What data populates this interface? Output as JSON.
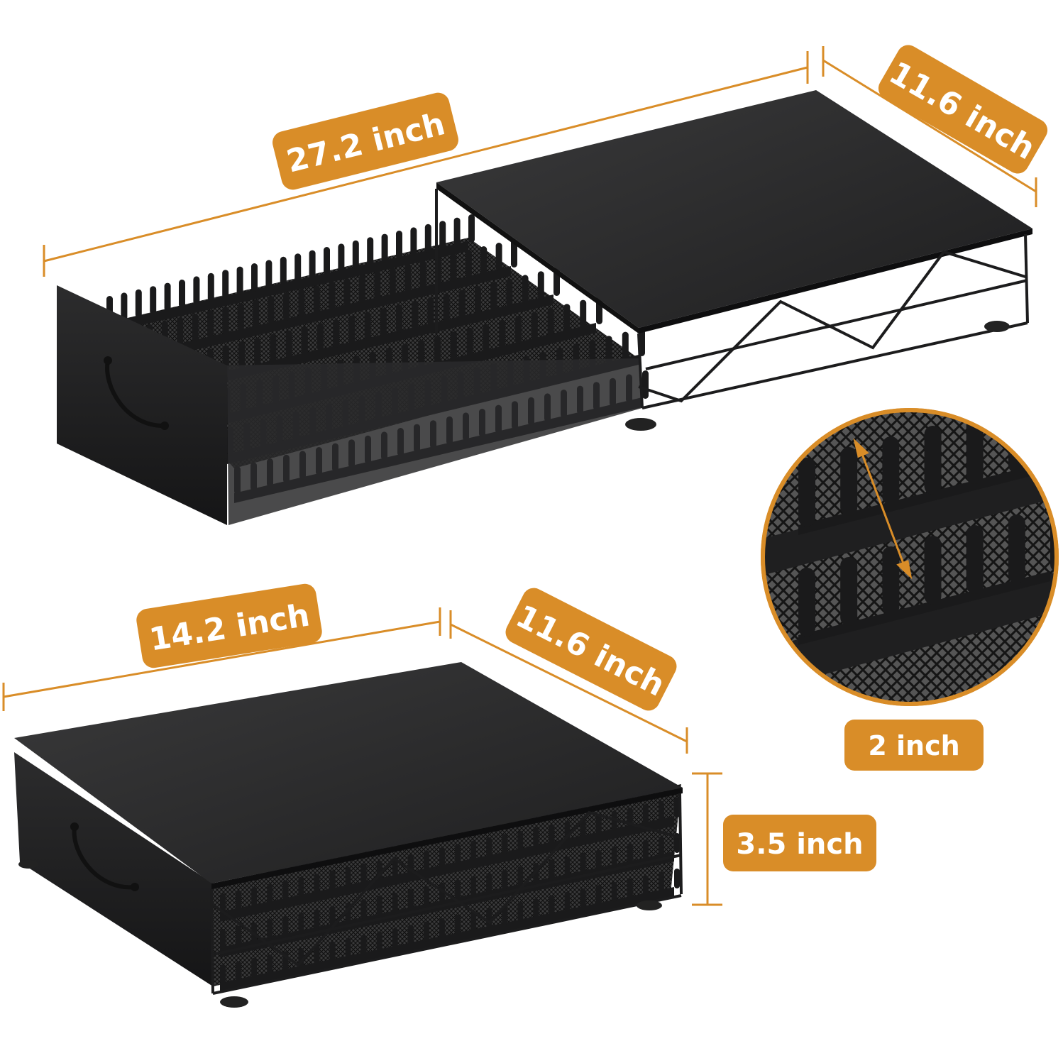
{
  "colors": {
    "accent": "#d98d28",
    "product": "#2b2b2c",
    "wire": "#1c1c1d",
    "background": "#ffffff"
  },
  "dimensions": {
    "open_length": "27.2 inch",
    "open_depth": "11.6 inch",
    "closed_length": "14.2 inch",
    "closed_depth": "11.6 inch",
    "height": "3.5 inch",
    "slot_spacing": "2 inch"
  }
}
